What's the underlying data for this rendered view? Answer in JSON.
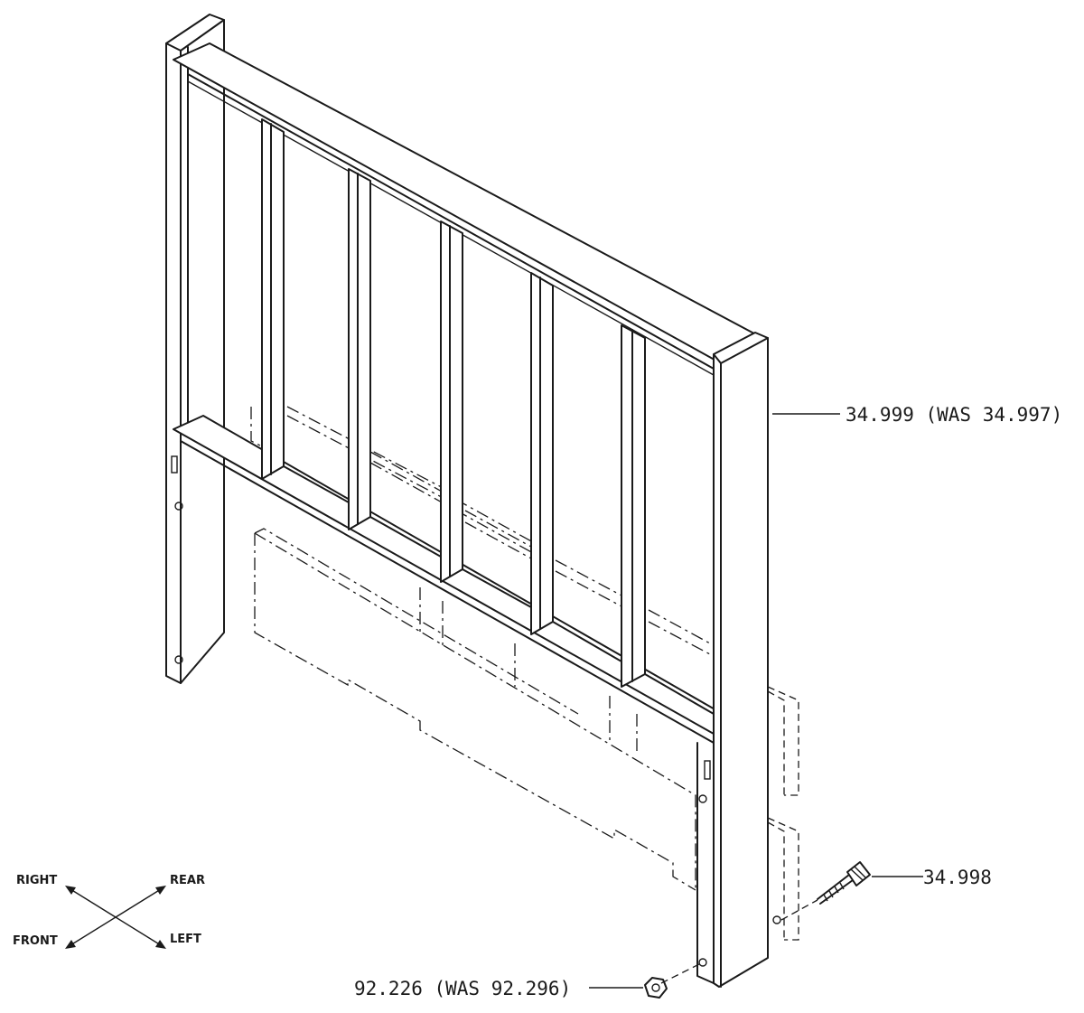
{
  "callouts": {
    "post": "34.999 (WAS 34.997)",
    "screw": "34.998",
    "nut": "92.226 (WAS 92.296)"
  },
  "orientation": {
    "right": "RIGHT",
    "rear": "REAR",
    "front": "FRONT",
    "left": "LEFT"
  }
}
